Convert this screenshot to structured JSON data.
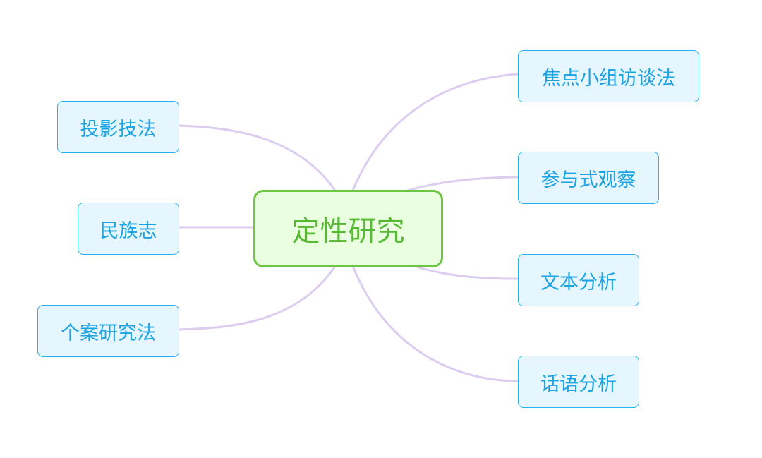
{
  "central_topic": {
    "label": "定性研究"
  },
  "branches_left": [
    {
      "label": "投影技法"
    },
    {
      "label": "民族志"
    },
    {
      "label": "个案研究法"
    }
  ],
  "branches_right": [
    {
      "label": "焦点小组访谈法"
    },
    {
      "label": "参与式观察"
    },
    {
      "label": "文本分析"
    },
    {
      "label": "话语分析"
    }
  ],
  "colors": {
    "connector": "#dccdf0",
    "root_border": "#6cc644",
    "root_fill": "#eaffdf",
    "root_text": "#56b833",
    "leaf_border": "#23b0ec",
    "leaf_fill": "#e5f6ff",
    "leaf_text": "#1ba3e3"
  }
}
